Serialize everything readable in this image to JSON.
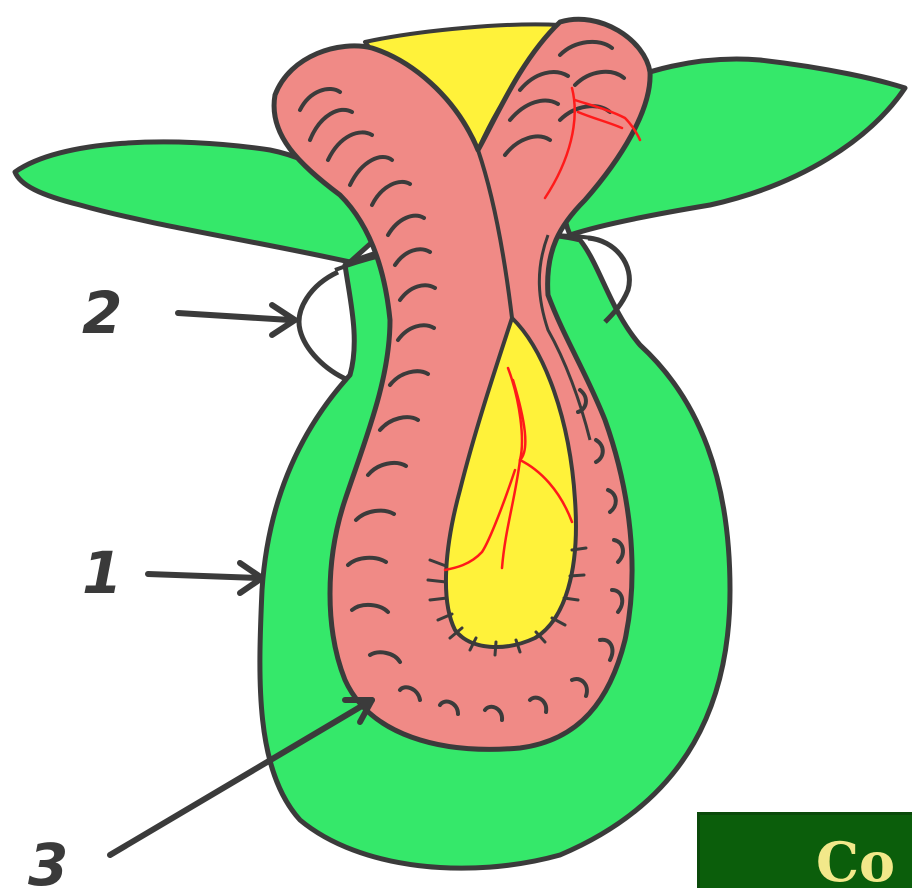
{
  "diagram": {
    "labels": [
      {
        "id": "1",
        "text": "1"
      },
      {
        "id": "2",
        "text": "2"
      },
      {
        "id": "3",
        "text": "3"
      }
    ],
    "colors": {
      "outer_layer": "#35e86a",
      "inner_folded_layer": "#f08a86",
      "cavity": "#fff23a",
      "outline": "#3b3b3b",
      "vessels": "#ff1a1a"
    }
  },
  "badge": {
    "text": "Co",
    "background": "#0b5e0b",
    "text_color": "#f2e88a"
  }
}
